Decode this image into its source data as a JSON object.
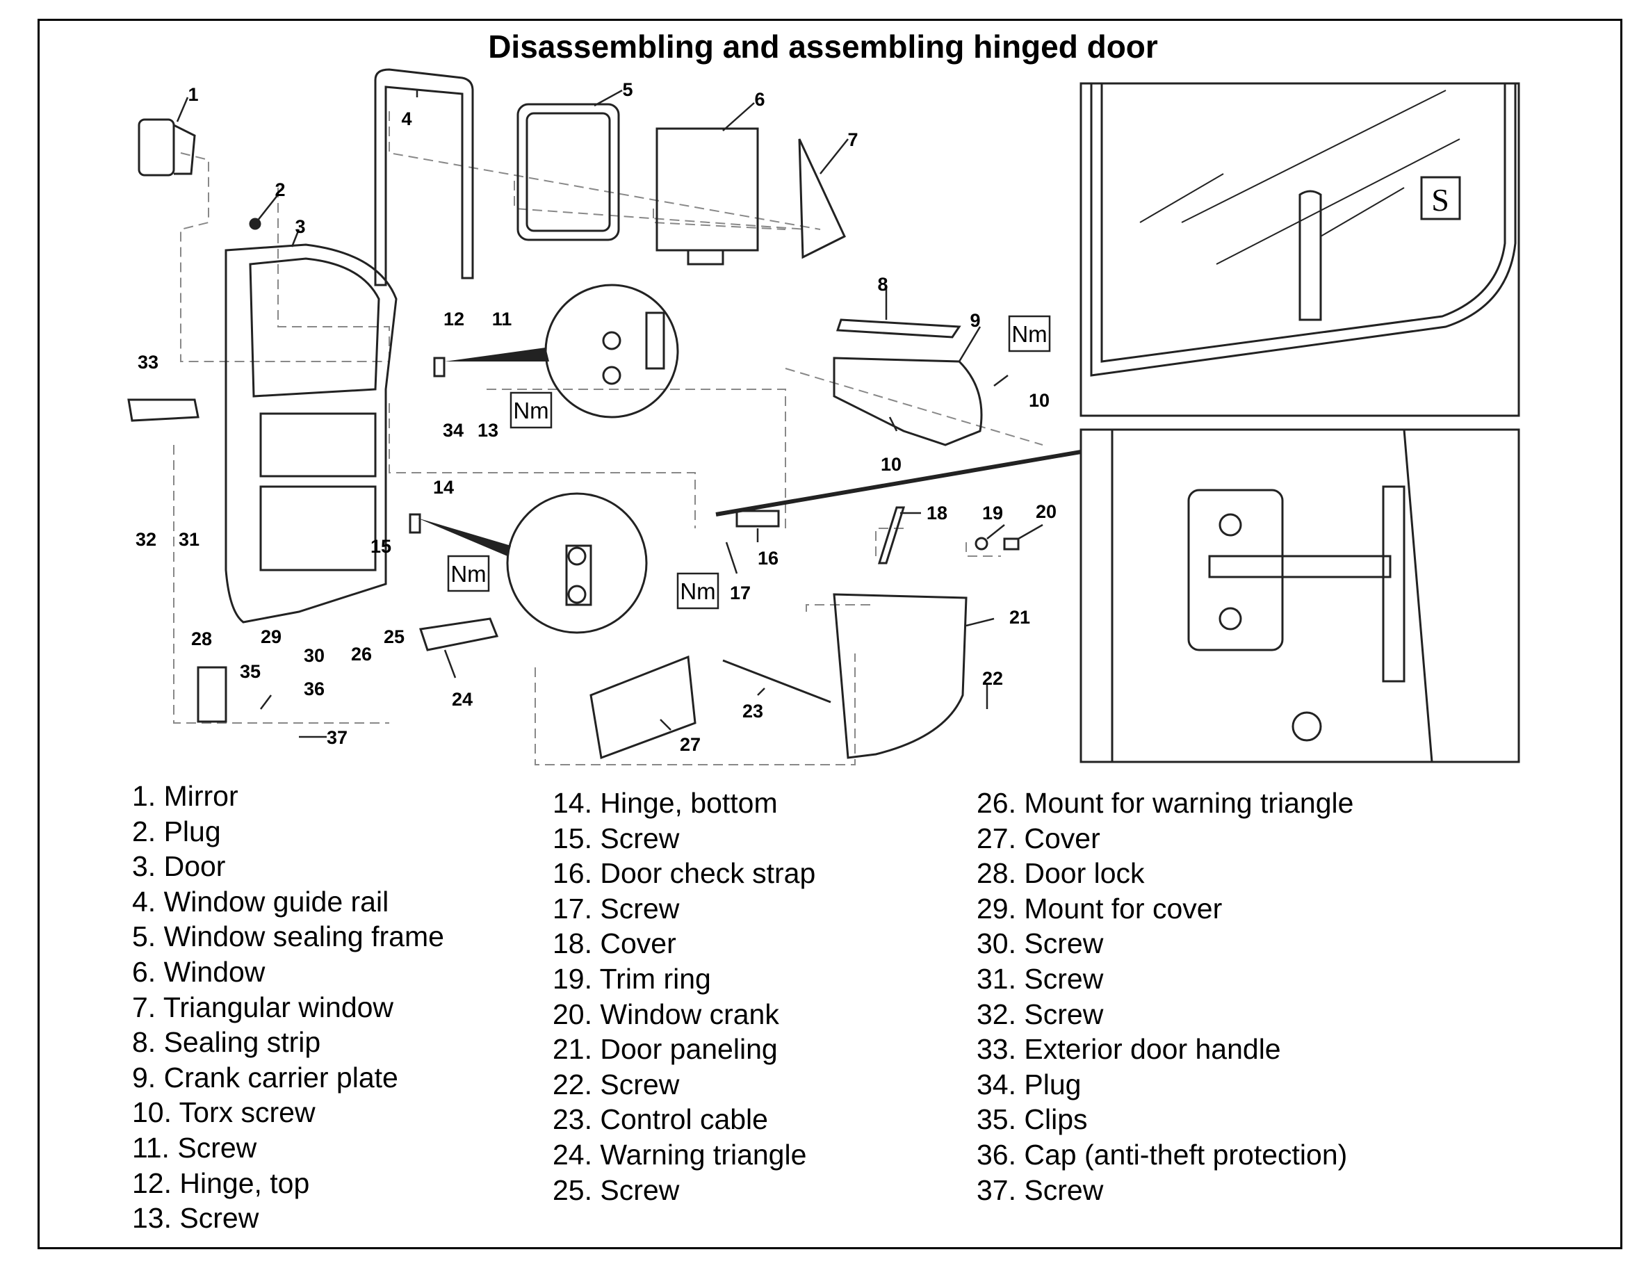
{
  "title": "Disassembling and assembling hinged door",
  "callouts": [
    "1",
    "2",
    "3",
    "4",
    "5",
    "6",
    "7",
    "8",
    "9",
    "10",
    "10",
    "11",
    "12",
    "13",
    "14",
    "15",
    "16",
    "17",
    "18",
    "19",
    "20",
    "21",
    "22",
    "23",
    "24",
    "25",
    "26",
    "27",
    "28",
    "29",
    "30",
    "31",
    "32",
    "33",
    "34",
    "35",
    "36",
    "37"
  ],
  "torque_symbol": "Nm",
  "legend": {
    "col1": [
      "1. Mirror",
      "2. Plug",
      "3. Door",
      "4. Window guide rail",
      "5. Window sealing frame",
      "6. Window",
      "7. Triangular window",
      "8. Sealing strip",
      "9. Crank carrier plate",
      "10. Torx screw",
      "11. Screw",
      "12. Hinge, top",
      "13. Screw"
    ],
    "col2": [
      "14. Hinge, bottom",
      "15. Screw",
      "16. Door check strap",
      "17. Screw",
      "18. Cover",
      "19. Trim ring",
      "20. Window crank",
      "21. Door paneling",
      "22. Screw",
      "23. Control cable",
      "24. Warning triangle",
      "25. Screw"
    ],
    "col3": [
      "26. Mount for warning triangle",
      "27. Cover",
      "28. Door lock",
      "29. Mount for cover",
      "30. Screw",
      "31. Screw",
      "32. Screw",
      "33. Exterior door handle",
      "34. Plug",
      "35. Clips",
      "36. Cap (anti-theft protection)",
      "37. Screw"
    ]
  }
}
